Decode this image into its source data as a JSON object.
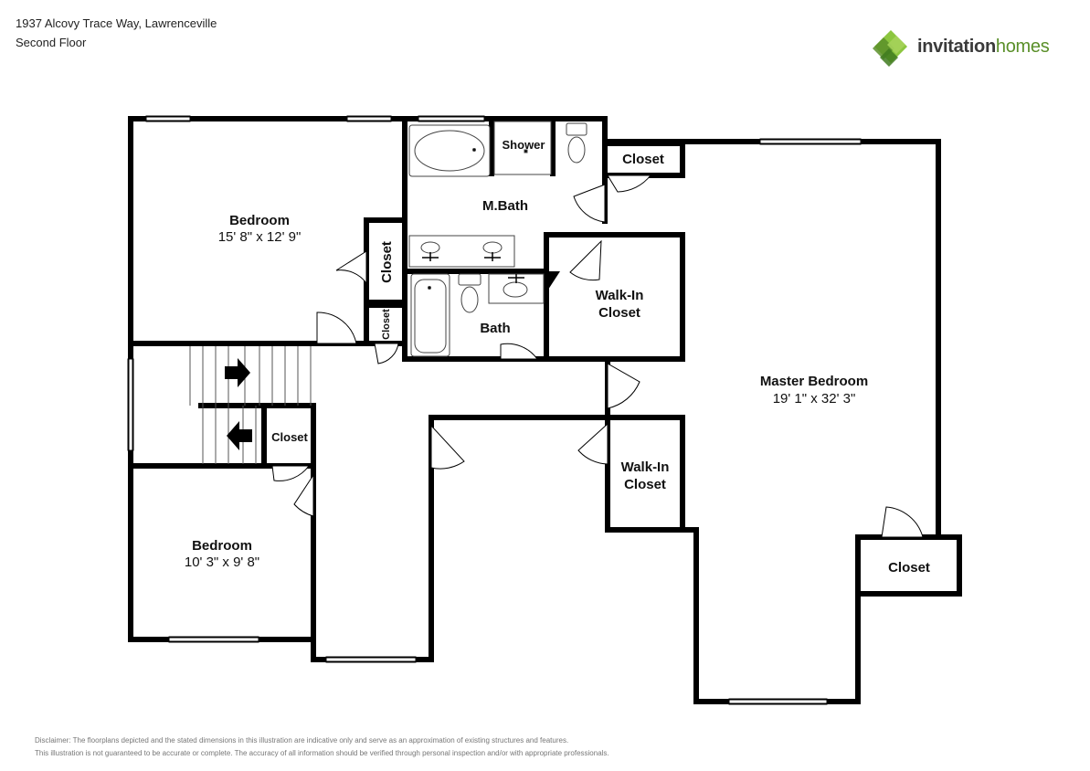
{
  "header": {
    "address": "1937 Alcovy Trace Way, Lawrenceville",
    "floor": "Second Floor"
  },
  "logo": {
    "text_bold": "invitation",
    "text_light": "homes",
    "brand_green": "#5a8f29",
    "brand_light_green": "#8cc63f"
  },
  "rooms": {
    "bedroom_1": {
      "name": "Bedroom",
      "dims": "15' 8\" x 12' 9\""
    },
    "bedroom_2": {
      "name": "Bedroom",
      "dims": "10' 3\" x 9' 8\""
    },
    "master_bedroom": {
      "name": "Master Bedroom",
      "dims": "19' 1\" x 32' 3\""
    },
    "master_bath": {
      "name": "M.Bath"
    },
    "shower": {
      "name": "Shower"
    },
    "bath": {
      "name": "Bath"
    },
    "walk_in_1": {
      "line1": "Walk-In",
      "line2": "Closet"
    },
    "walk_in_2": {
      "line1": "Walk-In",
      "line2": "Closet"
    },
    "closet_label": "Closet"
  },
  "disclaimer": {
    "line1": "Disclaimer: The floorplans depicted and the stated dimensions in this illustration are indicative only and serve as an approximation of existing structures and features.",
    "line2": "This illustration is not guaranteed to be accurate or complete. The accuracy of all information should be verified through personal inspection and/or with appropriate professionals."
  }
}
